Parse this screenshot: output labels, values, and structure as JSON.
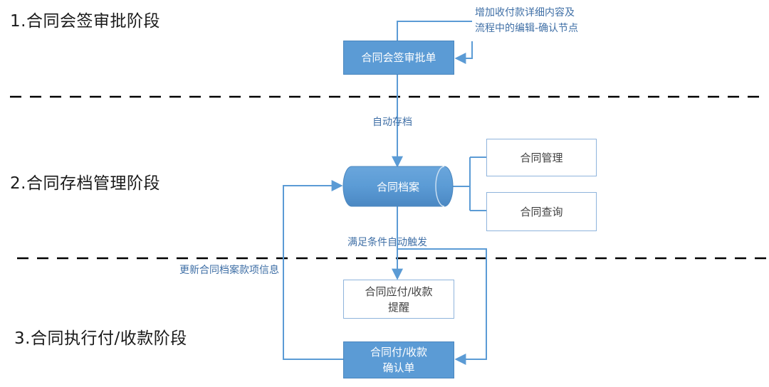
{
  "stages": {
    "s1": "1.合同会签审批阶段",
    "s2": "2.合同存档管理阶段",
    "s3": "3.合同执行付/收款阶段"
  },
  "nodes": {
    "approval_form": "合同会签审批单",
    "archive": "合同档案",
    "management": "合同管理",
    "query": "合同查询",
    "reminder_line1": "合同应付/收款",
    "reminder_line2": "提醒",
    "confirm_line1": "合同付/收款",
    "confirm_line2": "确认单"
  },
  "labels": {
    "add_content_line1": "增加收付款详细内容及",
    "add_content_line2": "流程中的编辑-确认节点",
    "auto_archive": "自动存档",
    "auto_trigger": "满足条件自动触发",
    "update_info": "更新合同档案款项信息"
  },
  "colors": {
    "primary_fill": "#5b9bd5",
    "edge": "#5b9bd5",
    "outline": "#8fb4dc",
    "label_text": "#3f6fa6",
    "divider": "#000000"
  }
}
